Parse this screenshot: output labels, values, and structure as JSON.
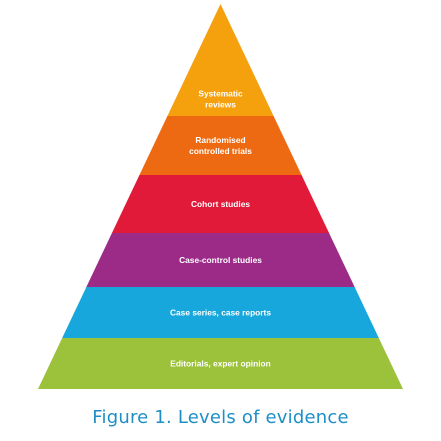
{
  "levels": [
    {
      "lines": [
        "Systematic",
        "reviews"
      ],
      "color": "#f5a00d"
    },
    {
      "lines": [
        "Randomised",
        "controlled trials"
      ],
      "color": "#ee6a12"
    },
    {
      "lines": [
        "Cohort studies"
      ],
      "color": "#e01a38"
    },
    {
      "lines": [
        "Case-control studies"
      ],
      "color": "#9c2b87"
    },
    {
      "lines": [
        "Case series, case reports"
      ],
      "color": "#18a7dc"
    },
    {
      "lines": [
        "Editorials, expert opinion"
      ],
      "color": "#9cc13a"
    }
  ],
  "caption": "Figure 1. Levels of evidence"
}
